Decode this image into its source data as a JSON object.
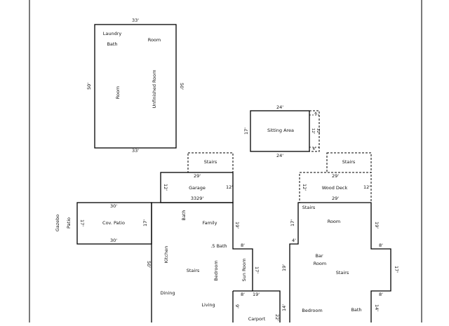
{
  "plan": {
    "upper": {
      "top_dim": "33'",
      "bottom_dim": "33'",
      "left_dim": "50'",
      "right_dim": "50'",
      "laundry": "Laundry",
      "bath": "Bath",
      "room_top": "Room",
      "room_vertical": "Room",
      "unfinished_room": "Unfinished Room"
    },
    "sitting": {
      "label": "Sitting Area",
      "top_dim": "24'",
      "bottom_dim": "24'",
      "left_dim": "17'",
      "small_top": "4'",
      "small_mid": "12'",
      "small_mid_right": "12'",
      "small_bottom": "4'"
    },
    "left_wing": {
      "stairs": "Stairs",
      "garage": "Garage",
      "garage_top_dim": "29'",
      "garage_left_dim": "12'",
      "garage_right_dim": "12'",
      "garage_bottom_dim": "3329'",
      "gazebo": "Gazebo",
      "patio": "Patio",
      "cov_patio": "Cov. Patio",
      "cov_top_dim": "30'",
      "cov_bottom_dim": "30'",
      "cov_left_dim": "17'",
      "cov_right_dim": "17'",
      "bath": "Bath",
      "family": "Family",
      "half_bath": ".5 Bath",
      "kitchen": "Kitchen",
      "stairs_inner": "Stairs",
      "bedroom": "Bedroom",
      "sun_room": "Sun Room",
      "dining": "Dining",
      "living": "Living",
      "carport": "Carport",
      "dim_19_right": "19'",
      "dim_8_upper": "8'",
      "dim_17_sun": "17'",
      "dim_8_lower": "8'",
      "dim_19_carport": "19'",
      "dim_50_left": "50'",
      "dim_9_carport": "9'",
      "dim_22_carport": "22'"
    },
    "right_wing": {
      "stairs_top": "Stairs",
      "wood_deck": "Wood Deck",
      "deck_top_dim": "29'",
      "deck_left_dim": "12'",
      "deck_right_dim": "12'",
      "deck_bottom_dim": "29'",
      "stairs_inner_top": "Stairs",
      "room": "Room",
      "bar": "Bar",
      "room2": "Room",
      "stairs_mid": "Stairs",
      "bedroom": "Bedroom",
      "bath": "Bath",
      "dim_17_left": "17'",
      "dim_4": "4'",
      "dim_19_left": "19'",
      "dim_14_left": "14'",
      "dim_19_right": "19'",
      "dim_8_upper": "8'",
      "dim_17_right": "17'",
      "dim_8_lower": "8'",
      "dim_14_right": "14'"
    }
  }
}
